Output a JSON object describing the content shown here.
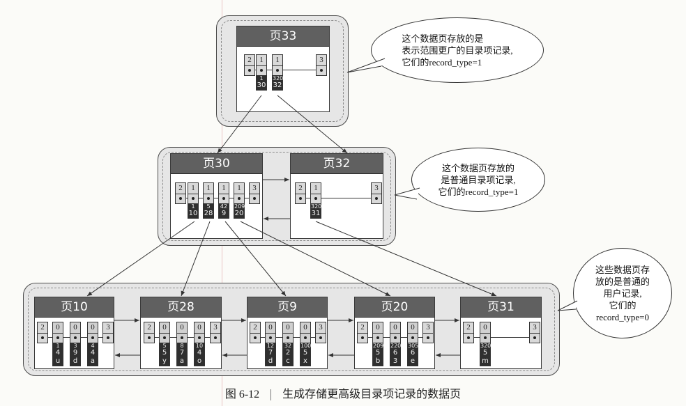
{
  "bubbles": {
    "top": [
      "这个数据页存放的是",
      "表示范围更广的目录项记录,",
      "它们的record_type=1"
    ],
    "middle": [
      "这个数据页存放的",
      "是普通目录项记录,",
      "它们的record_type=1"
    ],
    "bottom": [
      "这些数据页存",
      "放的是普通的",
      "用户记录,",
      "它们的",
      "record_type=0"
    ]
  },
  "pages": {
    "p33": {
      "title": "页33",
      "records": [
        {
          "type": "2",
          "vals": []
        },
        {
          "type": "1",
          "vals": [
            "1",
            "30"
          ]
        },
        {
          "type": "1",
          "vals": [
            "320",
            "32"
          ]
        },
        {
          "type": "3",
          "vals": []
        }
      ]
    },
    "p30": {
      "title": "页30",
      "records": [
        {
          "type": "2",
          "vals": []
        },
        {
          "type": "1",
          "vals": [
            "1",
            "10"
          ]
        },
        {
          "type": "1",
          "vals": [
            "5",
            "28"
          ]
        },
        {
          "type": "1",
          "vals": [
            "42",
            "9"
          ]
        },
        {
          "type": "1",
          "vals": [
            "209",
            "20"
          ]
        },
        {
          "type": "3",
          "vals": []
        }
      ]
    },
    "p32": {
      "title": "页32",
      "records": [
        {
          "type": "2",
          "vals": []
        },
        {
          "type": "1",
          "vals": [
            "320",
            "31"
          ]
        },
        {
          "type": "3",
          "vals": []
        }
      ]
    },
    "p10": {
      "title": "页10",
      "records": [
        {
          "type": "2",
          "vals": []
        },
        {
          "type": "0",
          "vals": [
            "1",
            "4",
            "u"
          ]
        },
        {
          "type": "0",
          "vals": [
            "3",
            "9",
            "d"
          ]
        },
        {
          "type": "0",
          "vals": [
            "4",
            "4",
            "a"
          ]
        },
        {
          "type": "3",
          "vals": []
        }
      ]
    },
    "p28": {
      "title": "页28",
      "records": [
        {
          "type": "2",
          "vals": []
        },
        {
          "type": "0",
          "vals": [
            "5",
            "5",
            "y"
          ]
        },
        {
          "type": "0",
          "vals": [
            "8",
            "7",
            "a"
          ]
        },
        {
          "type": "0",
          "vals": [
            "10",
            "4",
            "o"
          ]
        },
        {
          "type": "3",
          "vals": []
        }
      ]
    },
    "p9": {
      "title": "页9",
      "records": [
        {
          "type": "2",
          "vals": []
        },
        {
          "type": "0",
          "vals": [
            "12",
            "7",
            "d"
          ]
        },
        {
          "type": "0",
          "vals": [
            "32",
            "2",
            "c"
          ]
        },
        {
          "type": "0",
          "vals": [
            "100",
            "5",
            "x"
          ]
        },
        {
          "type": "3",
          "vals": []
        }
      ]
    },
    "p20": {
      "title": "页20",
      "records": [
        {
          "type": "2",
          "vals": []
        },
        {
          "type": "0",
          "vals": [
            "209",
            "5",
            "b"
          ]
        },
        {
          "type": "0",
          "vals": [
            "220",
            "6",
            "3"
          ]
        },
        {
          "type": "0",
          "vals": [
            "305",
            "6",
            "e"
          ]
        },
        {
          "type": "3",
          "vals": []
        }
      ]
    },
    "p31": {
      "title": "页31",
      "records": [
        {
          "type": "2",
          "vals": []
        },
        {
          "type": "0",
          "vals": [
            "320",
            "5",
            "m"
          ]
        },
        {
          "type": "3",
          "vals": []
        }
      ]
    }
  },
  "caption": {
    "number": "图 6-12",
    "text": "生成存储更高级目录项记录的数据页"
  }
}
